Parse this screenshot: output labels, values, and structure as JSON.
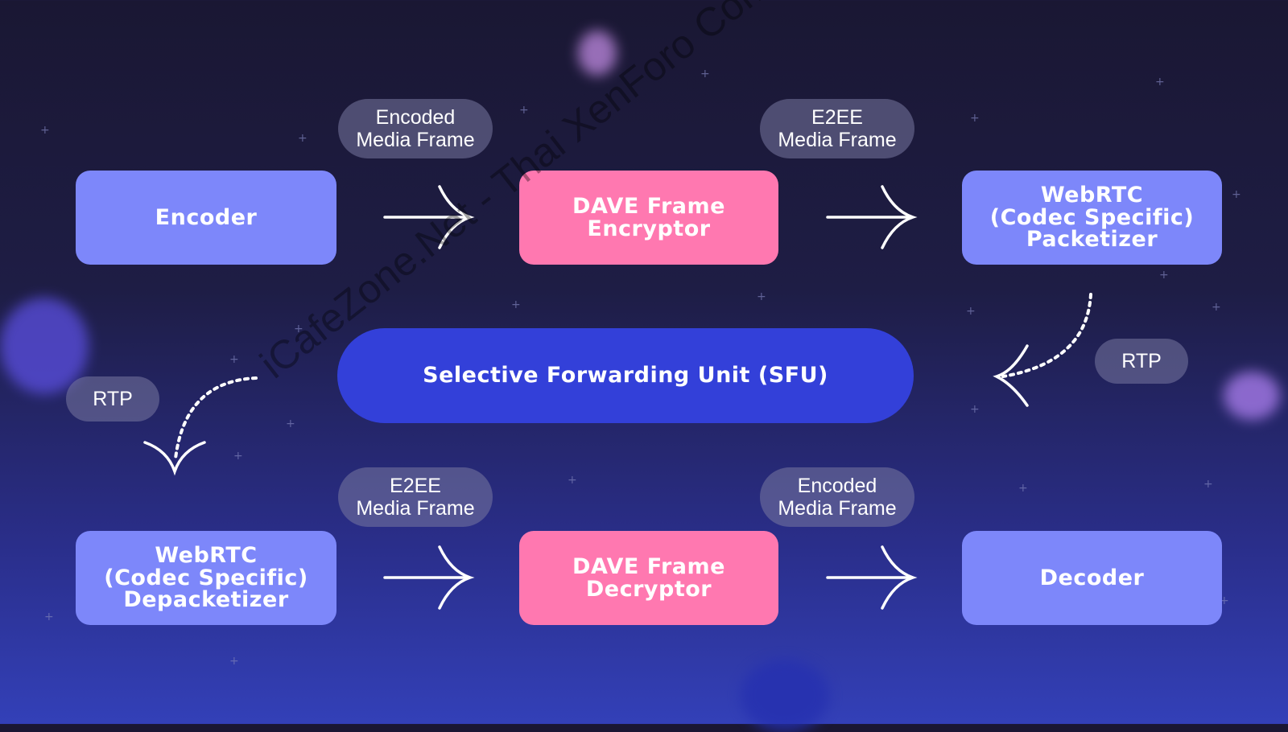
{
  "diagram": {
    "nodes": {
      "encoder": "Encoder",
      "dave_encryptor": "DAVE Frame\nEncryptor",
      "packetizer": "WebRTC\n(Codec Specific)\nPacketizer",
      "sfu": "Selective Forwarding Unit (SFU)",
      "depacketizer": "WebRTC\n(Codec Specific)\nDepacketizer",
      "dave_decryptor": "DAVE Frame\nDecryptor",
      "decoder": "Decoder"
    },
    "edge_labels": {
      "top_left": "Encoded\nMedia Frame",
      "top_right": "E2EE\nMedia Frame",
      "rtp_right": "RTP",
      "rtp_left": "RTP",
      "bottom_left": "E2EE\nMedia Frame",
      "bottom_right": "Encoded\nMedia Frame"
    },
    "colors": {
      "component": "#7d87fa",
      "dave": "#ff78b0",
      "sfu": "#3340d9",
      "label_pill": "#5a5a80"
    }
  },
  "watermark": "iCafeZone.Net - Thai XenForo Community"
}
